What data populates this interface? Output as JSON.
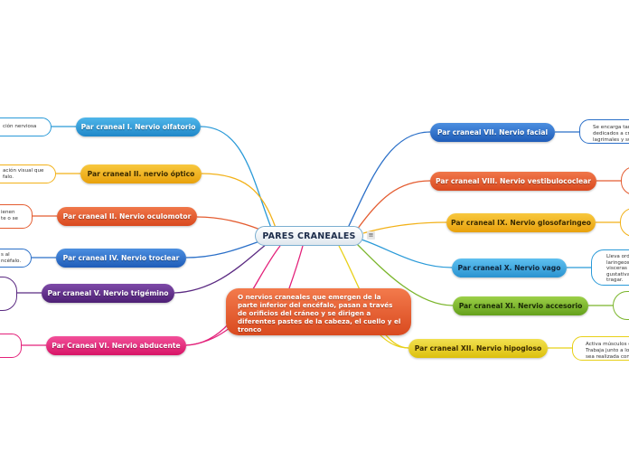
{
  "map": {
    "central_topic": "PARES CRANEALES",
    "central_menu_icon": "hamburger-menu-icon",
    "description": "O nervios craneales que emergen de la parte inferior del encéfalo, pasan a través de orificios del cráneo y se dirigen a diferentes pastes de la cabeza, el cuello y el tronco",
    "left_branches": [
      {
        "label": "Par craneal I. Nervio olfatorio",
        "color": "#2a9ad8",
        "note": "ción nerviosa",
        "note_color": "#2a9ad8"
      },
      {
        "label": "Par craneal II. nervio óptico",
        "color": "#f2b118",
        "note": "ación visual que\nfalo.",
        "note_color": "#f2b118"
      },
      {
        "label": "Par craneal II. Nervio oculomotor",
        "color": "#e45c30",
        "note": "ienen\nte o se",
        "note_color": "#e45c30"
      },
      {
        "label": "Par craneal IV. Nervio troclear",
        "color": "#2a6fc8",
        "note": "s al\nncéfalo.",
        "note_color": "#2a6fc8"
      },
      {
        "label": "Par craneal V. Nervio trigémino",
        "color": "#5b2a82",
        "note": "",
        "note_color": "#5b2a82"
      },
      {
        "label": "Par Craneal VI. Nervio abducente",
        "color": "#e3217a",
        "note": "",
        "note_color": "#e3217a"
      }
    ],
    "right_branches": [
      {
        "label": "Par craneal VII. Nervio facial",
        "color": "#2a6fc8",
        "note": "Se encarga tar\ndedicados a cr\nlagrimales y su",
        "note_color": "#2a6fc8"
      },
      {
        "label": "Par craneal VIII. Nervio vestibulococlear",
        "color": "#e45c30",
        "note": "",
        "note_color": "#e45c30"
      },
      {
        "label": "Par craneal IX. Nervio glosofaringeo",
        "color": "#f2b118",
        "note": "",
        "note_color": "#f2b118"
      },
      {
        "label": "Par craneal X. Nervio vago",
        "color": "#2a9ad8",
        "note": "Lleva ord\nlaringeos\nvisceras c\ngustativa\ntragar.",
        "note_color": "#2a9ad8"
      },
      {
        "label": "Par craneal XI. Nervio accesorio",
        "color": "#7ab52a",
        "note": "",
        "note_color": "#7ab52a"
      },
      {
        "label": "Par craneal XII. Nervio hipogloso",
        "color": "#e8d018",
        "note": "Activa músculos d\nTrabaja junto a lo\nsea realizada con",
        "note_color": "#e8d018"
      }
    ]
  }
}
